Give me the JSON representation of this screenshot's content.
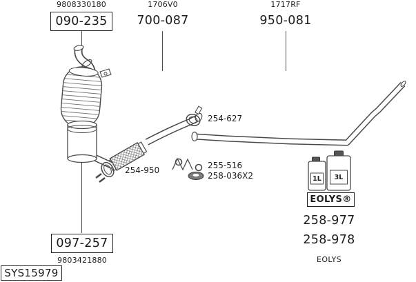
{
  "colors": {
    "ink": "#1b1b1b",
    "line": "#4a4a4a"
  },
  "callouts": {
    "top": [
      {
        "code": "9808330180",
        "part": "090-235"
      },
      {
        "code": "1706V0",
        "part": "700-087"
      },
      {
        "code": "1717RF",
        "part": "950-081"
      }
    ],
    "clamp_front": "254-950",
    "clamp_mid": "254-627",
    "hanger": "255-516",
    "gasket": "258-036X2",
    "bottom": {
      "part": "097-257",
      "code": "9803421880"
    }
  },
  "additive": {
    "bottle_small": "1L",
    "bottle_large": "3L",
    "brand_box": "EOLYS®",
    "part_small": "258-977",
    "part_large": "258-978",
    "brand_name": "EOLYS"
  },
  "system_id": "SYS15979"
}
